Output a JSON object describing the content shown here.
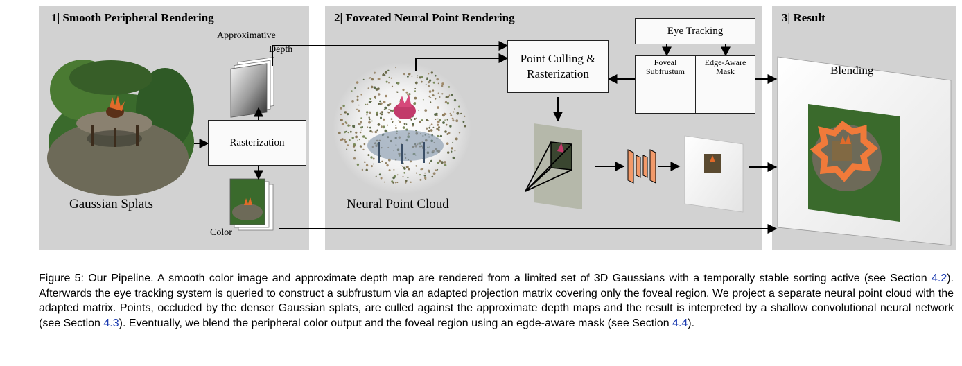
{
  "panels": {
    "p1_title": "1| Smooth Peripheral Rendering",
    "p2_title": "2| Foveated Neural Point Rendering",
    "p3_title": "3| Result"
  },
  "labels": {
    "approximative": "Approximative",
    "depth": "Depth",
    "gaussian_splats": "Gaussian Splats",
    "color": "Color",
    "rasterization": "Rasterization",
    "neural_point_cloud": "Neural Point Cloud",
    "point_culling_line1": "Point Culling &",
    "point_culling_line2": "Rasterization",
    "eye_tracking": "Eye Tracking",
    "foveal_line1": "Foveal",
    "foveal_line2": "Subfrustum",
    "edge_line1": "Edge-Aware",
    "edge_line2": "Mask",
    "blending": "Blending"
  },
  "caption": {
    "part1": "Figure 5: Our Pipeline. A smooth color image and approximate depth map are rendered from a limited set of 3D Gaussians with a temporally stable sorting active (see Section ",
    "ref1": "4.2",
    "part2": "). Afterwards the eye tracking system is queried to construct a subfrustum via an adapted projection matrix covering only the foveal region. We project a separate neural point cloud with the adapted matrix. Points, occluded by the denser Gaussian splats, are culled against the approximate depth maps and the result is interpreted by a shallow convolutional neural network (see Section ",
    "ref2": "4.3",
    "part3": "). Eventually, we blend the peripheral color output and the foveal region using an egde-aware mask (see Section ",
    "ref3": "4.4",
    "part4": ")."
  },
  "colors": {
    "panel_bg": "#d2d2d2",
    "splat_green": "#3a6a2c",
    "splat_dark": "#2a3a20",
    "flower_orange": "#e06a2a",
    "cnn_orange": "#f29a6a",
    "mask_orange": "#f07a3a",
    "ref_blue": "#1a3ab0"
  }
}
